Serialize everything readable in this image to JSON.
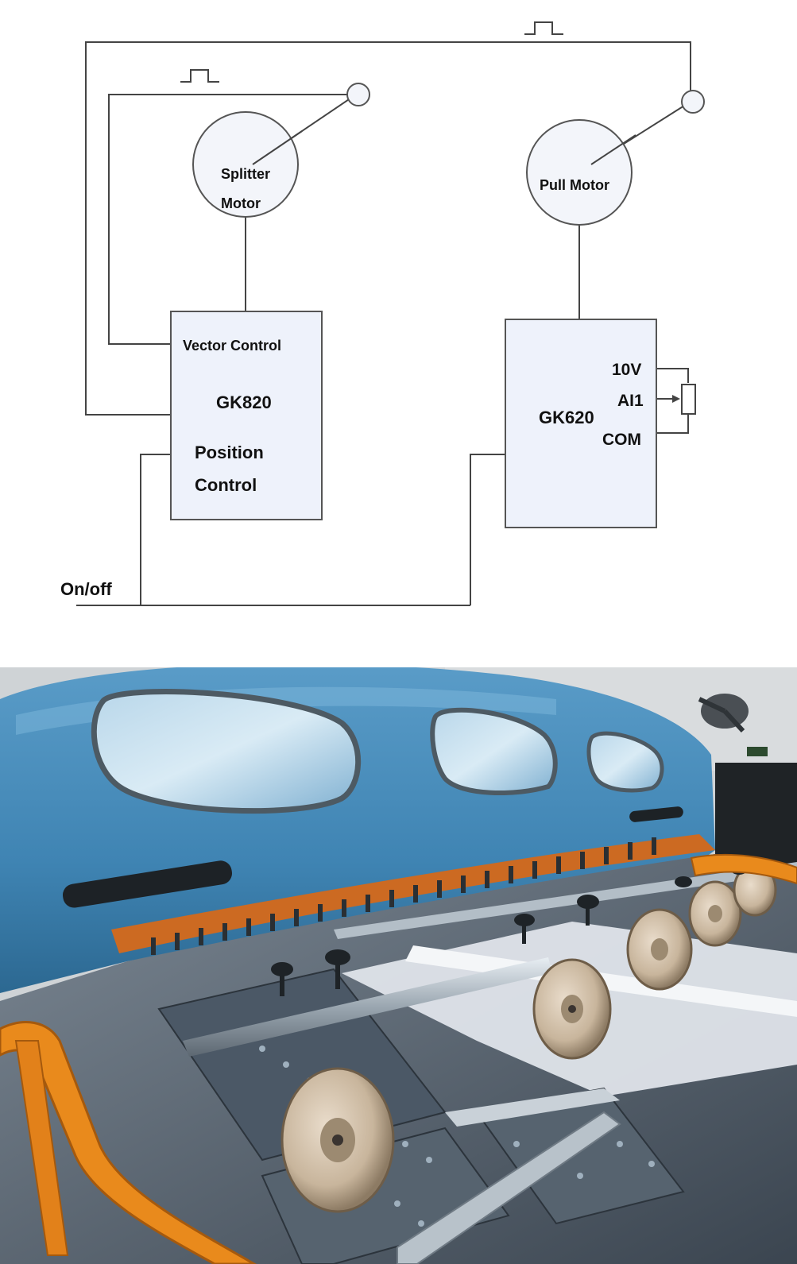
{
  "diagram": {
    "splitter_motor": {
      "line1": "Splitter",
      "line2": "Motor"
    },
    "pull_motor": {
      "label": "Pull Motor"
    },
    "gk820": {
      "vector_control": "Vector Control",
      "model": "GK820",
      "position_line1": "Position",
      "position_line2": "Control"
    },
    "gk620": {
      "model": "GK620",
      "terminal_10v": "10V",
      "terminal_ai1": "AI1",
      "terminal_com": "COM"
    },
    "on_off": "On/off"
  },
  "colors": {
    "box_fill": "#eef2fb",
    "motor_fill": "#f3f5fa",
    "line": "#444444",
    "machine_blue": "#3f84b3",
    "guard_orange": "#e98a1c"
  }
}
